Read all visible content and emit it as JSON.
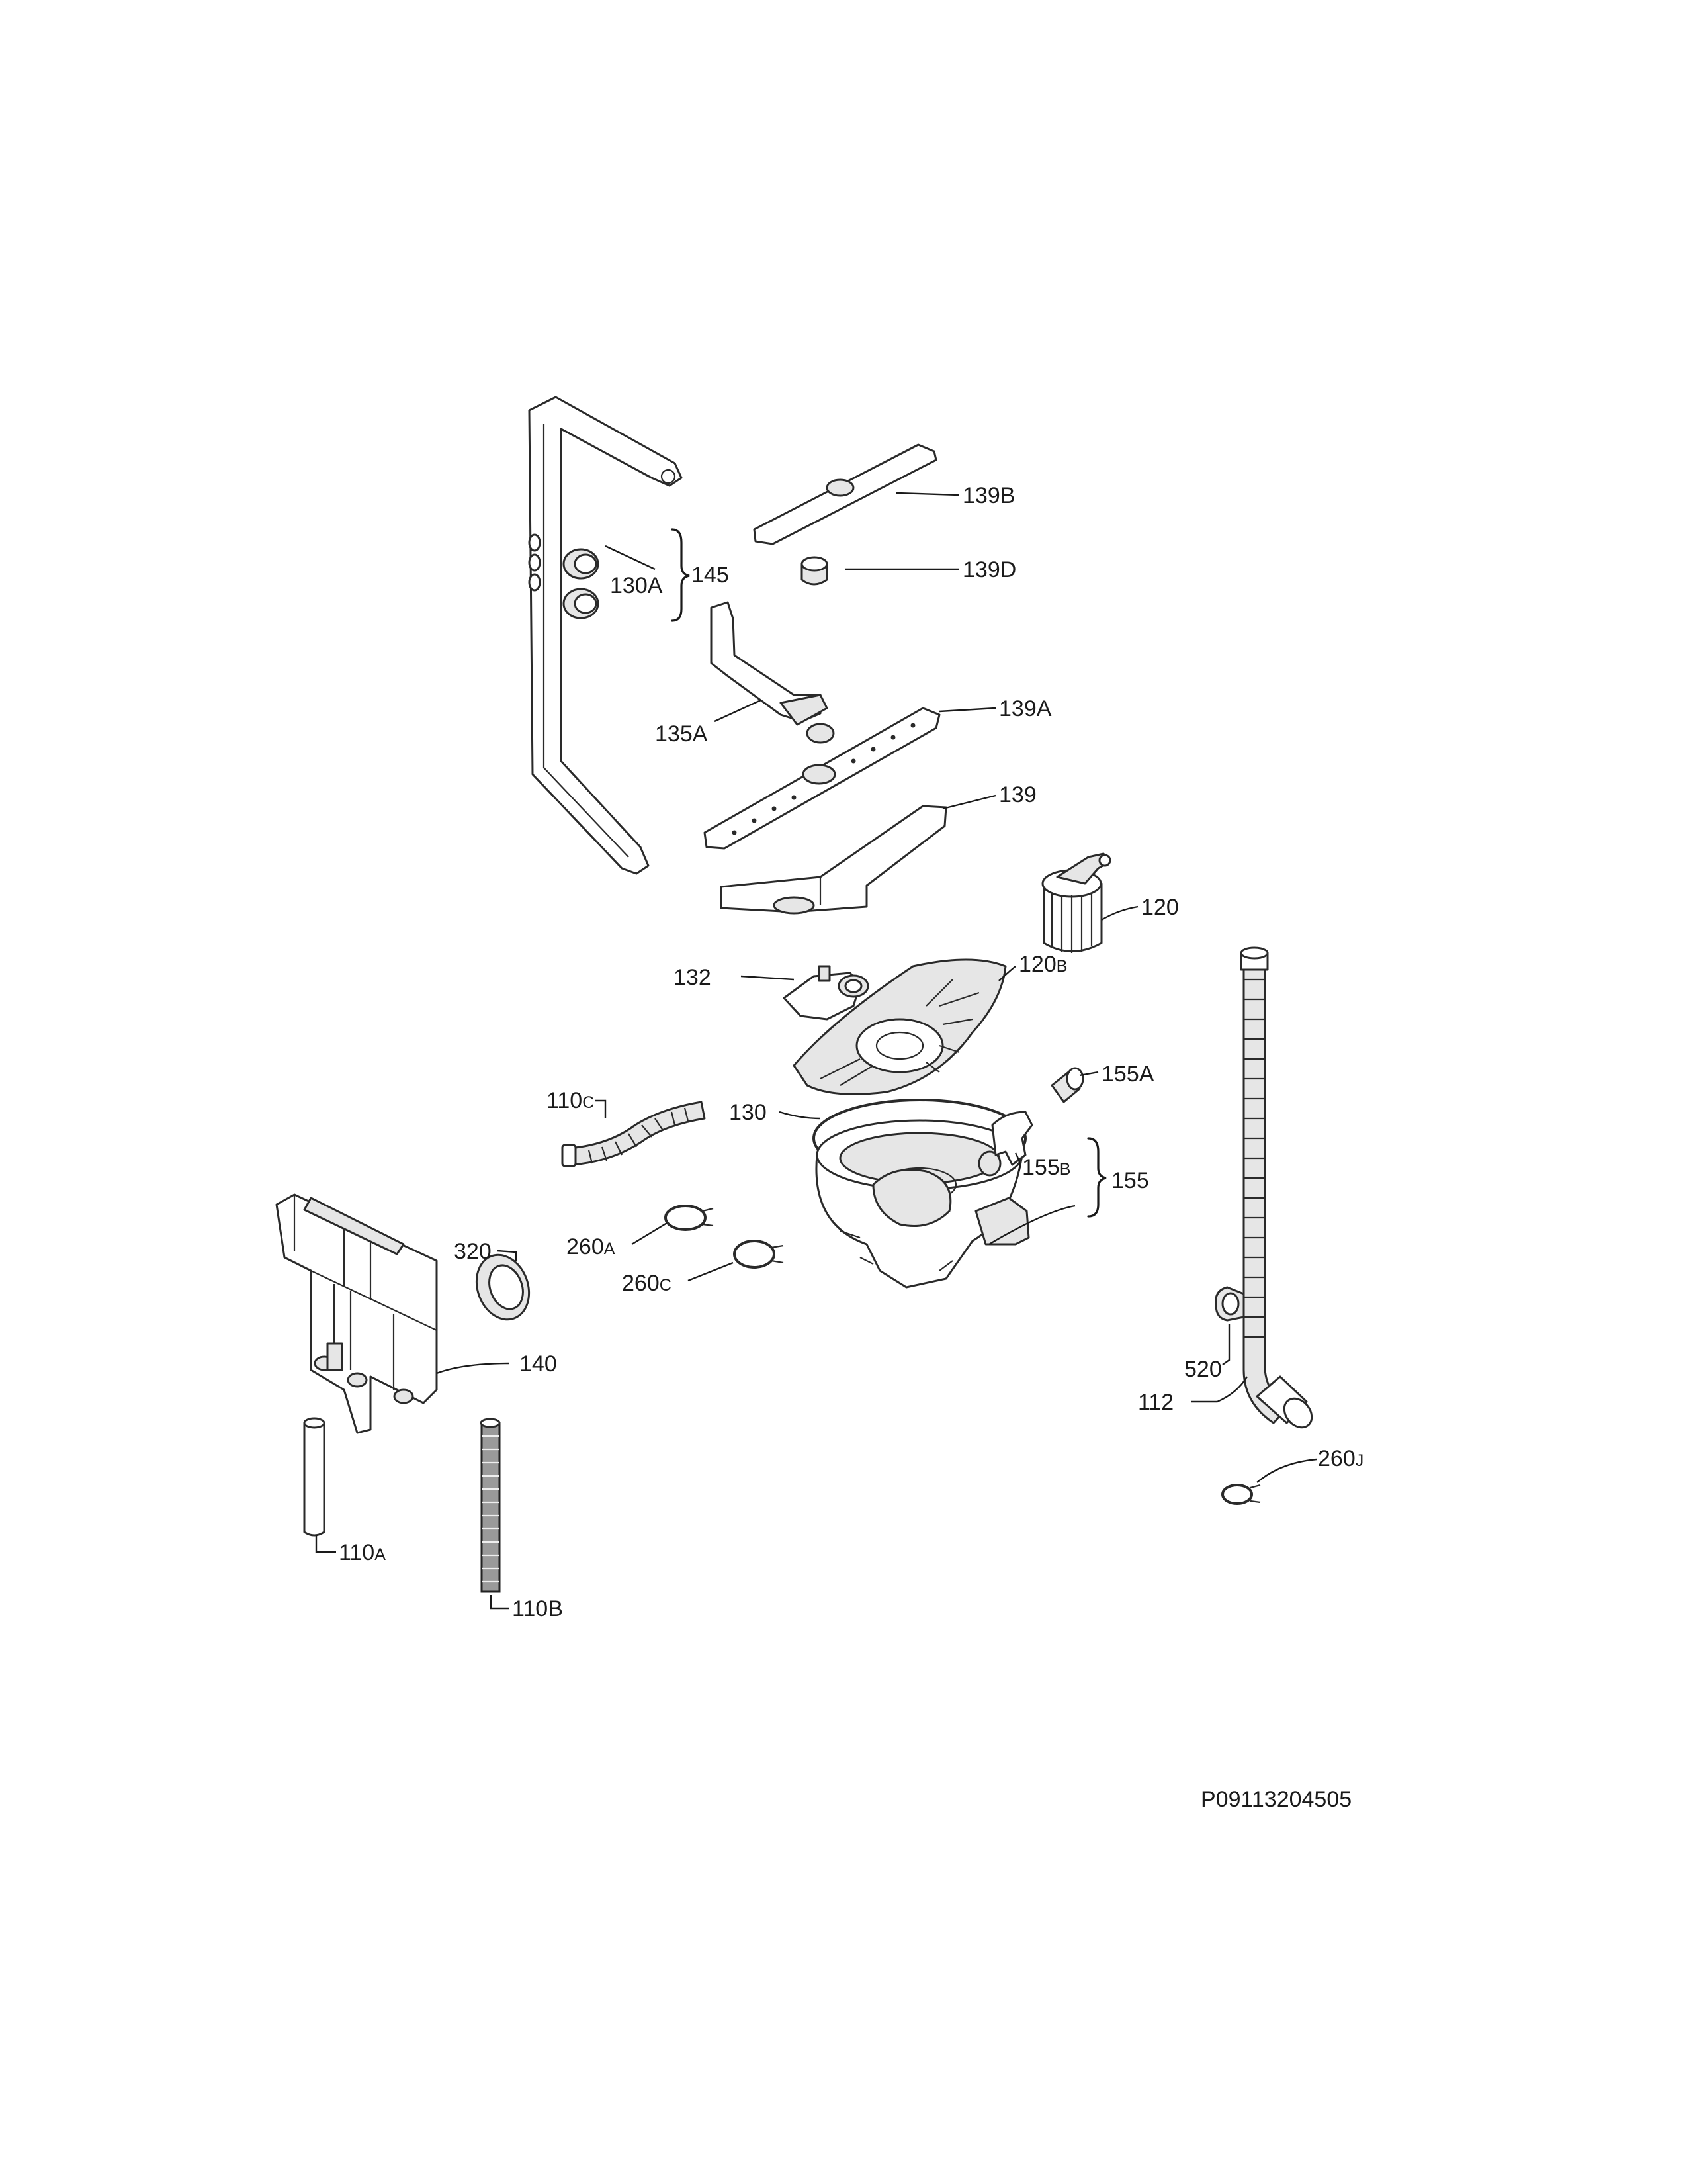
{
  "diagram_code": "P09113204505",
  "labels": {
    "l139B": {
      "main": "139B",
      "sub": ""
    },
    "l139D": {
      "main": "139D",
      "sub": ""
    },
    "l145": {
      "main": "145",
      "sub": ""
    },
    "l130A": {
      "main": "130A",
      "sub": ""
    },
    "l139A": {
      "main": "139A",
      "sub": ""
    },
    "l135A": {
      "main": "135A",
      "sub": ""
    },
    "l139": {
      "main": "139",
      "sub": ""
    },
    "l120": {
      "main": "120",
      "sub": ""
    },
    "l132": {
      "main": "132",
      "sub": ""
    },
    "l120B": {
      "main": "120",
      "sub": "B"
    },
    "l155A": {
      "main": "155A",
      "sub": ""
    },
    "l110C": {
      "main": "110",
      "sub": "C"
    },
    "l130": {
      "main": "130",
      "sub": ""
    },
    "l155B": {
      "main": "155",
      "sub": "B"
    },
    "l155": {
      "main": "155",
      "sub": ""
    },
    "l260A": {
      "main": "260",
      "sub": "A"
    },
    "l320": {
      "main": "320",
      "sub": ""
    },
    "l260C": {
      "main": "260",
      "sub": "C"
    },
    "l140": {
      "main": "140",
      "sub": ""
    },
    "l520": {
      "main": "520",
      "sub": ""
    },
    "l112": {
      "main": "112",
      "sub": ""
    },
    "l260J": {
      "main": "260",
      "sub": "J"
    },
    "l110A": {
      "main": "110",
      "sub": "A"
    },
    "l110B": {
      "main": "110B",
      "sub": ""
    }
  }
}
